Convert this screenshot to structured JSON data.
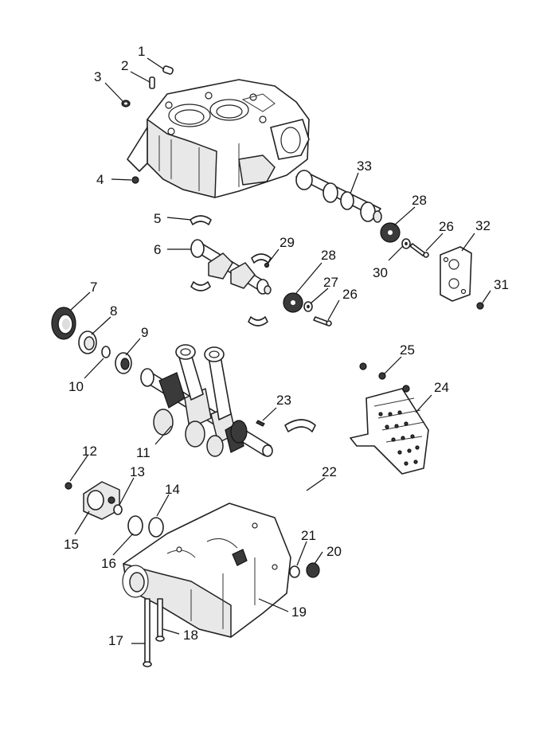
{
  "callouts": [
    {
      "id": "1",
      "label": "1"
    },
    {
      "id": "2",
      "label": "2"
    },
    {
      "id": "3",
      "label": "3"
    },
    {
      "id": "4",
      "label": "4"
    },
    {
      "id": "5",
      "label": "5"
    },
    {
      "id": "6",
      "label": "6"
    },
    {
      "id": "7",
      "label": "7"
    },
    {
      "id": "8",
      "label": "8"
    },
    {
      "id": "9",
      "label": "9"
    },
    {
      "id": "10",
      "label": "10"
    },
    {
      "id": "11",
      "label": "11"
    },
    {
      "id": "12",
      "label": "12"
    },
    {
      "id": "13",
      "label": "13"
    },
    {
      "id": "14",
      "label": "14"
    },
    {
      "id": "15",
      "label": "15"
    },
    {
      "id": "16",
      "label": "16"
    },
    {
      "id": "17",
      "label": "17"
    },
    {
      "id": "18",
      "label": "18"
    },
    {
      "id": "19",
      "label": "19"
    },
    {
      "id": "20",
      "label": "20"
    },
    {
      "id": "21",
      "label": "21"
    },
    {
      "id": "22",
      "label": "22"
    },
    {
      "id": "23",
      "label": "23"
    },
    {
      "id": "24",
      "label": "24"
    },
    {
      "id": "25",
      "label": "25"
    },
    {
      "id": "26a",
      "label": "26"
    },
    {
      "id": "26b",
      "label": "26"
    },
    {
      "id": "27",
      "label": "27"
    },
    {
      "id": "28a",
      "label": "28"
    },
    {
      "id": "28b",
      "label": "28"
    },
    {
      "id": "29",
      "label": "29"
    },
    {
      "id": "30",
      "label": "30"
    },
    {
      "id": "31",
      "label": "31"
    },
    {
      "id": "32",
      "label": "32"
    },
    {
      "id": "33",
      "label": "33"
    }
  ]
}
